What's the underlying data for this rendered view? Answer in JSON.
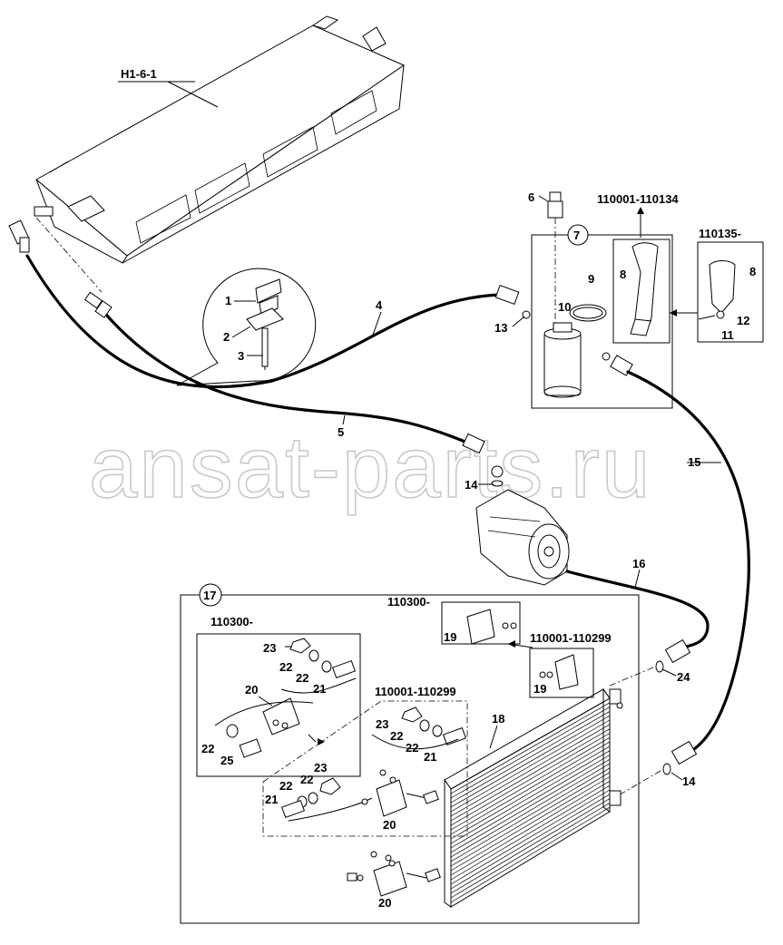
{
  "watermark": "ansat-parts.ru",
  "refs": {
    "evaporator": "H1-6-1",
    "receiver_early": "110001-110134",
    "receiver_late": "110135-",
    "bracket_late": "110300-",
    "bracket_early": "110001-110299",
    "cond_late": "110300-",
    "cond_early": "110001-110299"
  },
  "callouts": {
    "c1": "1",
    "c2": "2",
    "c3": "3",
    "c4": "4",
    "c5": "5",
    "c6": "6",
    "c7": "7",
    "c8a": "8",
    "c8b": "8",
    "c9": "9",
    "c10": "10",
    "c11": "11",
    "c12": "12",
    "c13": "13",
    "c14a": "14",
    "c14b": "14",
    "c15": "15",
    "c16": "16",
    "c17": "17",
    "c18": "18",
    "c19a": "19",
    "c19b": "19",
    "c20a": "20",
    "c20b": "20",
    "c20c": "20",
    "c21a": "21",
    "c21b": "21",
    "c21c": "21",
    "c22a": "22",
    "c22b": "22",
    "c22c": "22",
    "c22d": "22",
    "c22e": "22",
    "c22f": "22",
    "c23a": "23",
    "c23b": "23",
    "c23c": "23",
    "c24": "24",
    "c25": "25"
  }
}
